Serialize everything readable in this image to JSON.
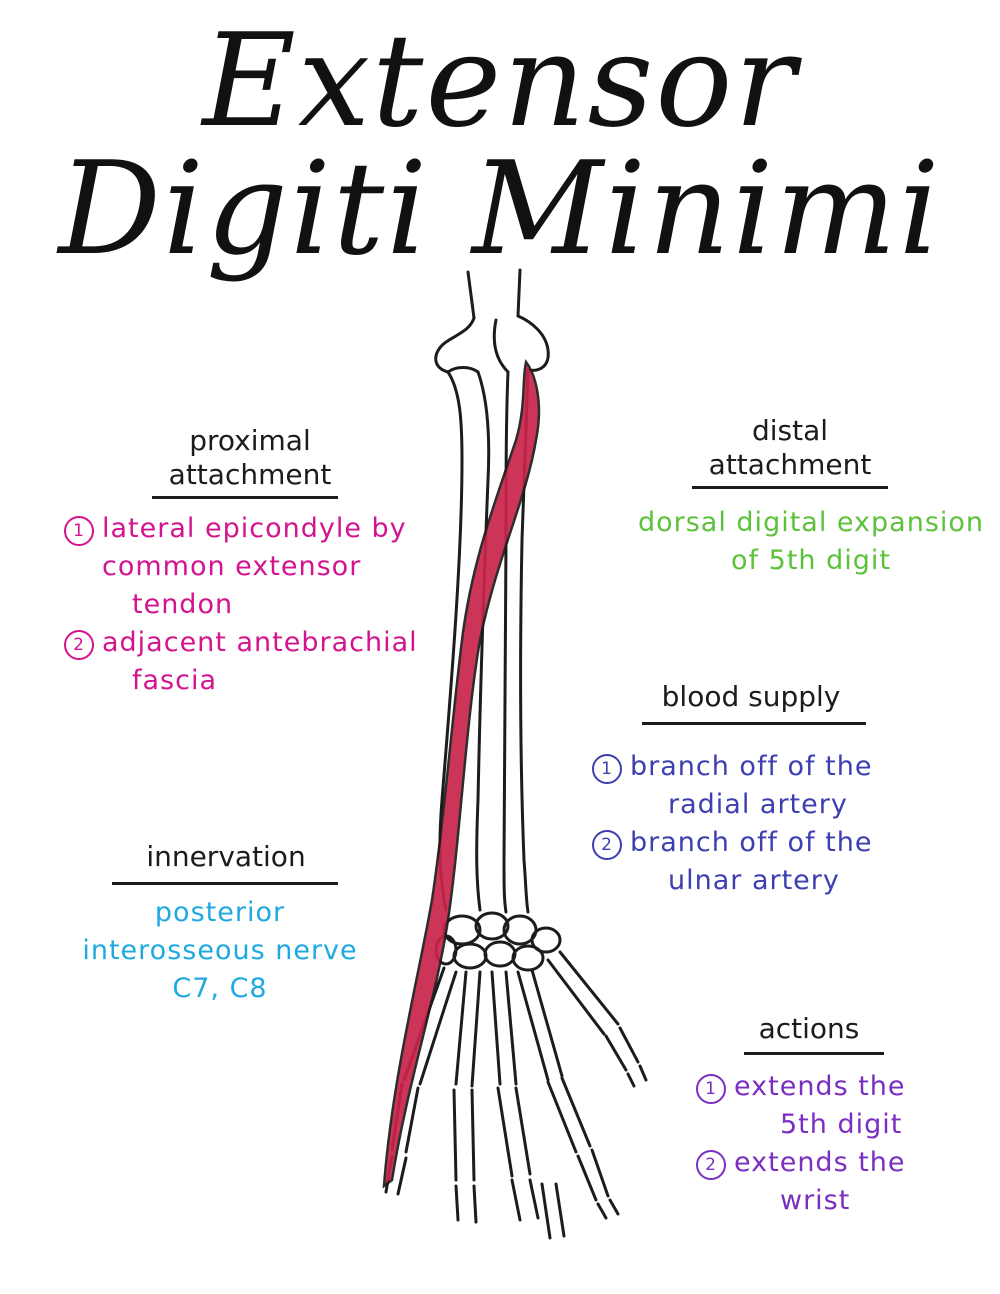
{
  "title": "Extensor Digiti Minimi",
  "colors": {
    "ink": "#1c1c1c",
    "muscle": "#c8244a",
    "proximal": "#d4138f",
    "distal": "#5cc23a",
    "blood": "#3c3fb0",
    "innervation": "#1ea9e0",
    "actions": "#7a2ec2"
  },
  "proximal_attachment": {
    "heading_line1": "proximal",
    "heading_line2": "attachment",
    "items": [
      {
        "num": "1",
        "lines": [
          "lateral epicondyle by",
          "common extensor",
          "tendon"
        ]
      },
      {
        "num": "2",
        "lines": [
          "adjacent antebrachial",
          "fascia"
        ]
      }
    ]
  },
  "distal_attachment": {
    "heading_line1": "distal",
    "heading_line2": "attachment",
    "lines": [
      "dorsal digital expansion",
      "of 5th digit"
    ]
  },
  "blood_supply": {
    "heading": "blood supply",
    "items": [
      {
        "num": "1",
        "lines": [
          "branch off of the",
          "radial artery"
        ]
      },
      {
        "num": "2",
        "lines": [
          "branch off of the",
          "ulnar artery"
        ]
      }
    ]
  },
  "innervation": {
    "heading": "innervation",
    "lines": [
      "posterior",
      "interosseous nerve",
      "C7, C8"
    ]
  },
  "actions": {
    "heading": "actions",
    "items": [
      {
        "num": "1",
        "lines": [
          "extends the",
          "5th digit"
        ]
      },
      {
        "num": "2",
        "lines": [
          "extends the",
          "wrist"
        ]
      }
    ]
  }
}
